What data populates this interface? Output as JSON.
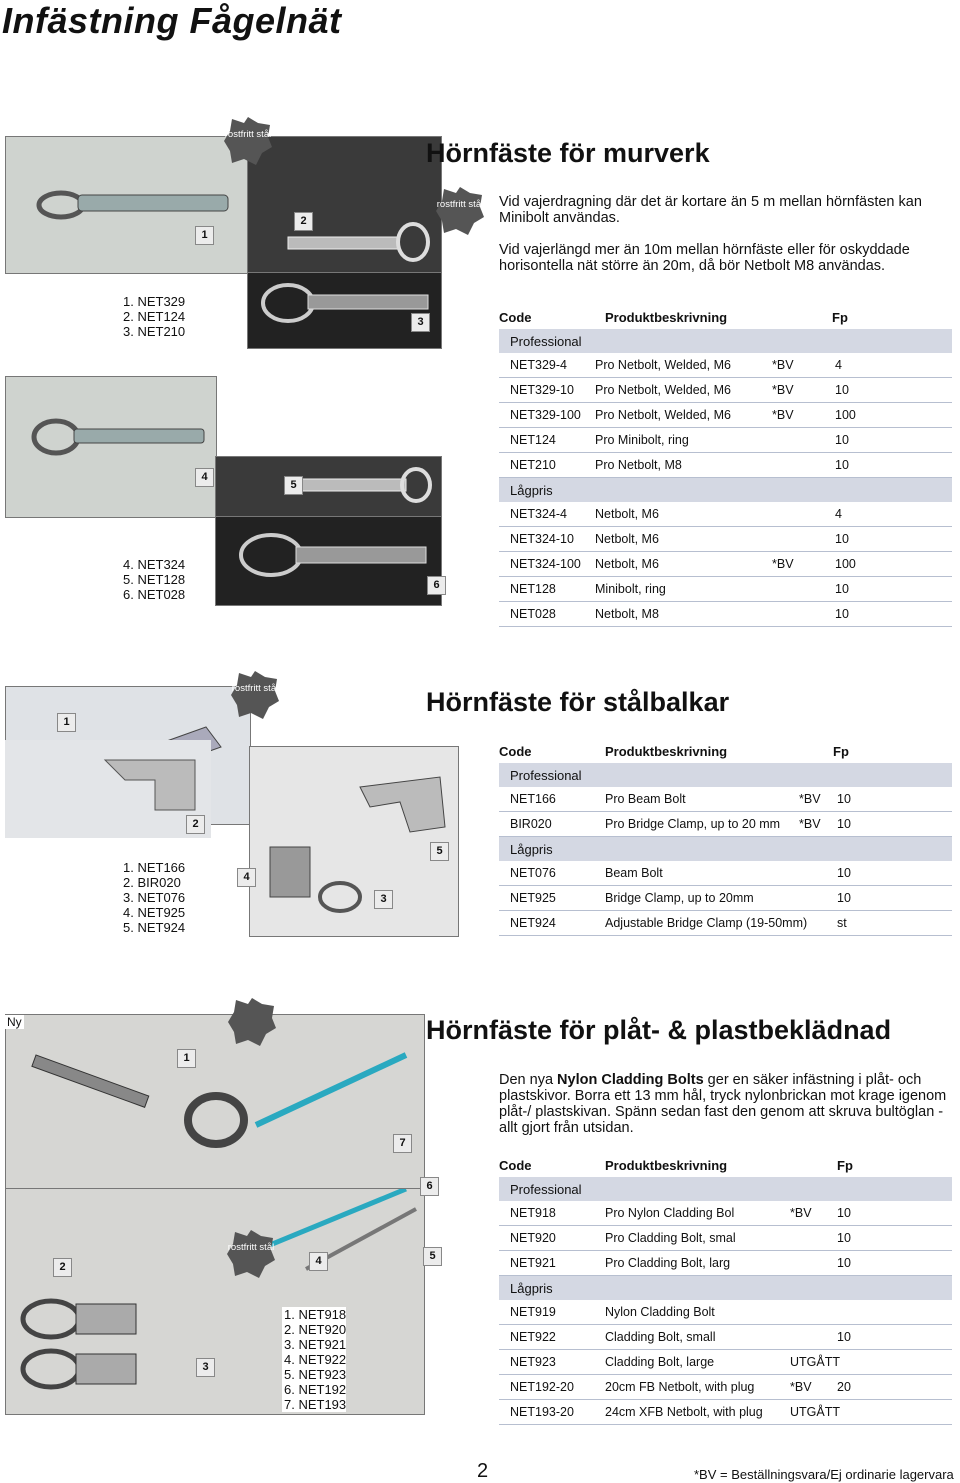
{
  "page_title": "Infästning Fågelnät",
  "badge_text": "rostfritt stål",
  "s1": {
    "heading": "Hörnfäste för murverk",
    "para1": "Vid vajerdragning där det är kortare än 5 m mellan hörnfästen kan Minibolt användas.",
    "para2": "Vid vajerlängd mer än 10m mellan hörnfäste eller för oskyddade horisontella nät större än 20m, då bör Netbolt M8 användas.",
    "legend_a": [
      "1. NET329",
      "2. NET124",
      "3. NET210"
    ],
    "legend_b": [
      "4. NET324",
      "5. NET128",
      "6. NET028"
    ],
    "photo_nums": [
      "1",
      "2",
      "3",
      "4",
      "5",
      "6"
    ],
    "header": {
      "code": "Code",
      "desc": "Produktbeskrivning",
      "fp": "Fp"
    },
    "rows": [
      {
        "type": "cat",
        "code": "Professional"
      },
      {
        "code": "NET329-4",
        "desc": "Pro Netbolt, Welded, M6",
        "bv": "*BV",
        "fp": "4"
      },
      {
        "code": "NET329-10",
        "desc": "Pro Netbolt, Welded, M6",
        "bv": "*BV",
        "fp": "10"
      },
      {
        "code": "NET329-100",
        "desc": "Pro Netbolt, Welded, M6",
        "bv": "*BV",
        "fp": "100"
      },
      {
        "code": "NET124",
        "desc": "Pro Minibolt, ring",
        "bv": "",
        "fp": "10"
      },
      {
        "code": "NET210",
        "desc": "Pro Netbolt, M8",
        "bv": "",
        "fp": "10"
      },
      {
        "type": "cat",
        "code": "Lågpris"
      },
      {
        "code": "NET324-4",
        "desc": "Netbolt, M6",
        "bv": "",
        "fp": "4"
      },
      {
        "code": "NET324-10",
        "desc": "Netbolt, M6",
        "bv": "",
        "fp": "10"
      },
      {
        "code": "NET324-100",
        "desc": "Netbolt, M6",
        "bv": "*BV",
        "fp": "100"
      },
      {
        "code": "NET128",
        "desc": "Minibolt, ring",
        "bv": "",
        "fp": "10"
      },
      {
        "code": "NET028",
        "desc": "Netbolt, M8",
        "bv": "",
        "fp": "10"
      }
    ]
  },
  "s2": {
    "heading": "Hörnfäste för stålbalkar",
    "legend": [
      "1. NET166",
      "2. BIR020",
      "3. NET076",
      "4. NET925",
      "5. NET924"
    ],
    "photo_nums": [
      "1",
      "2",
      "3",
      "4",
      "5"
    ],
    "header": {
      "code": "Code",
      "desc": "Produktbeskrivning",
      "fp": "Fp"
    },
    "rows": [
      {
        "type": "cat",
        "code": "Professional"
      },
      {
        "code": "NET166",
        "desc": "Pro Beam Bolt",
        "bv": "*BV",
        "fp": "10"
      },
      {
        "code": "BIR020",
        "desc": "Pro Bridge Clamp, up to 20 mm",
        "bv": "*BV",
        "fp": "10"
      },
      {
        "type": "cat",
        "code": "Lågpris"
      },
      {
        "code": "NET076",
        "desc": "Beam Bolt",
        "bv": "",
        "fp": "10"
      },
      {
        "code": "NET925",
        "desc": "Bridge Clamp, up to 20mm",
        "bv": "",
        "fp": "10"
      },
      {
        "code": "NET924",
        "desc": "Adjustable Bridge Clamp (19-50mm)",
        "bv": "",
        "fp": "st"
      }
    ]
  },
  "s3": {
    "heading": "Hörnfäste för plåt- & plastbeklädnad",
    "ny_label": "Ny",
    "para_pre": "Den nya ",
    "para_bold": "Nylon Cladding Bolts",
    "para_post": " ger en säker infästning i plåt- och plastskivor. Borra ett 13 mm hål, tryck nylonbrickan mot krage igenom plåt-/ plastskivan. Spänn sedan fast den genom att skruva bultöglan - allt gjort från utsidan.",
    "legend": [
      "1. NET918",
      "2. NET920",
      "3. NET921",
      "4. NET922",
      "5. NET923",
      "6. NET192",
      "7. NET193"
    ],
    "photo_nums": [
      "1",
      "2",
      "3",
      "4",
      "5",
      "6",
      "7"
    ],
    "header": {
      "code": "Code",
      "desc": "Produktbeskrivning",
      "fp": "Fp"
    },
    "rows": [
      {
        "type": "cat",
        "code": "Professional"
      },
      {
        "code": "NET918",
        "desc": "Pro Nylon Cladding Bol",
        "bv": "*BV",
        "fp": "10"
      },
      {
        "code": "NET920",
        "desc": "Pro Cladding Bolt, smal",
        "bv": "",
        "fp": "10"
      },
      {
        "code": "NET921",
        "desc": "Pro Cladding Bolt, larg",
        "bv": "",
        "fp": "10"
      },
      {
        "type": "cat",
        "code": "Lågpris"
      },
      {
        "code": "NET919",
        "desc": "Nylon Cladding Bolt",
        "bv": "",
        "fp": ""
      },
      {
        "code": "NET922",
        "desc": "Cladding Bolt, small",
        "bv": "",
        "fp": "10"
      },
      {
        "code": "NET923",
        "desc": "Cladding Bolt, large",
        "bv": "UTGÅTT",
        "fp": ""
      },
      {
        "code": "NET192-20",
        "desc": "20cm FB Netbolt, with plug",
        "bv": "*BV",
        "fp": "20"
      },
      {
        "code": "NET193-20",
        "desc": "24cm XFB Netbolt, with plug",
        "bv": "UTGÅTT",
        "fp": ""
      }
    ]
  },
  "footnote": "*BV = Beställningsvara/Ej ordinarie lagervara",
  "page_number": "2"
}
